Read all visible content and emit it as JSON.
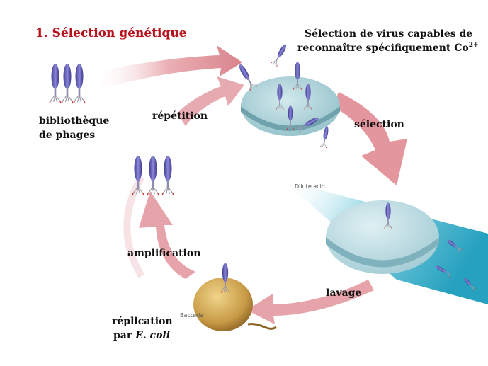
{
  "title": "1. Sélection génétique",
  "selection_heading": {
    "line1": "Sélection de virus capables de",
    "line2": "reconnaître spécifiquement Co",
    "superscript": "2+"
  },
  "library_label": {
    "line1": "bibliothèque",
    "line2": "de phages"
  },
  "steps": {
    "repetition": "répétition",
    "selection": "sélection",
    "amplification": "amplification",
    "lavage": "lavage"
  },
  "replication_label": {
    "line1": "réplication",
    "line2_prefix": "par ",
    "line2_italic": "E. coli"
  },
  "small_labels": {
    "dilute_acid": "Dilute acid",
    "bacteria": "Bacteria"
  },
  "colors": {
    "title": "#b5121b",
    "arrow": "#e39aa1",
    "dish": "#a8cfd6",
    "acid_stream": "#1ea9c4",
    "phage_body": "#5b57b0",
    "bacterium": "#c9a25c"
  },
  "icons": [
    "phage-icon",
    "bacterium-icon",
    "petri-dish-icon",
    "cycle-arrow-icon"
  ]
}
